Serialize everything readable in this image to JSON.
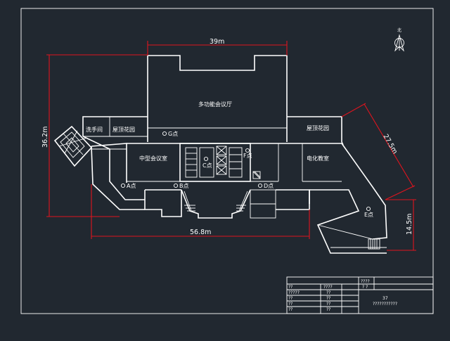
{
  "colors": {
    "background": "#212830",
    "lines": "#ffffff",
    "dimension": "#e0141e"
  },
  "north_arrow": {
    "label": "北"
  },
  "rooms": {
    "multipurpose_hall": "多功能会议厅",
    "washroom": "洗手间",
    "roof_garden_left": "屋顶花园",
    "roof_garden_right": "屋顶花园",
    "medium_meeting": "中型会议室",
    "electronic_classroom": "电化教室"
  },
  "markers": {
    "g": "G点",
    "c": "C点",
    "f": "F点",
    "a": "A点",
    "b": "B点",
    "d": "D点",
    "e": "E点"
  },
  "dimensions": {
    "top_width": "39m",
    "left_height": "36.2m",
    "diagonal": "27.5m",
    "bottom_width": "56.8m",
    "right_height": "14.5m"
  },
  "title_block": {
    "r1_c4": "????",
    "r2_c4": "? ?",
    "r3_c1": "??",
    "r3_c2": "????",
    "r4_c1": "?????",
    "r4_c2": "??",
    "r5_c1": "??",
    "r5_c2": "??",
    "r6_c1": "??",
    "r6_c2": "??",
    "r7_c1": "??",
    "r7_c2": "??",
    "sheet_no": "37",
    "sheet_title": "???????????"
  }
}
